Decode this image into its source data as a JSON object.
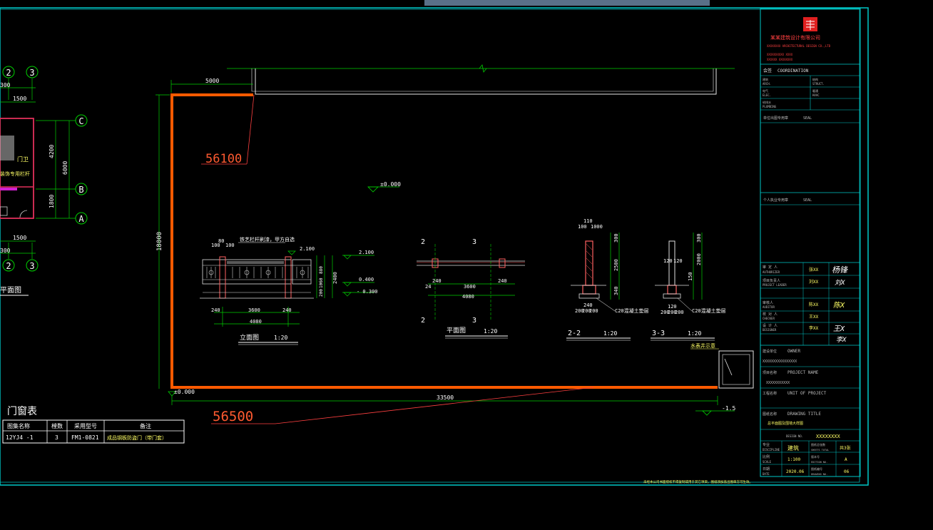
{
  "dims": {
    "d5000": "5000",
    "d56100": "56100",
    "d56500": "56500",
    "d33500": "33500",
    "d18000": "18000",
    "zero_mid": "±0.000",
    "zero_left": "±0.000",
    "minus15": "-1.5",
    "d4200": "4200",
    "d6000": "6000",
    "d1800": "1800",
    "d1500a": "1500",
    "d1500b": "1500",
    "d300a": "300",
    "d300b": "300"
  },
  "grid_bubbles": [
    "2",
    "3",
    "C",
    "B",
    "A",
    "2",
    "3"
  ],
  "left_labels": {
    "plan_title": "平面图",
    "room": "门卫",
    "note": "装饰专用栏杆"
  },
  "elev": {
    "title": "立面图",
    "scale": "1:20",
    "d80": "80",
    "d100a": "100",
    "d100b": "100",
    "note": "铁艺栏杆刷漆，甲方自选",
    "lv2100a": "2.100",
    "lv2100b": "2.100",
    "lv0400": "0.400",
    "lv0300": "- 0.300",
    "d2400": "2400",
    "v200": "200",
    "v1060": "1060",
    "v880": "880",
    "d240a": "240",
    "d3600": "3600",
    "d240b": "240",
    "d4080": "4080"
  },
  "plan": {
    "title": "平面图",
    "scale": "1:20",
    "n2a": "2",
    "n3a": "3",
    "n2b": "2",
    "n3b": "3",
    "d240a": "240",
    "d3600": "3600",
    "d240b": "240",
    "d4080": "4080",
    "d24": "24"
  },
  "sec22": {
    "title": "2-2",
    "scale": "1:20",
    "d110": "110",
    "d100": "100",
    "d1000": "1000",
    "d300": "300",
    "d2500": "2500",
    "d240": "240",
    "d200a": "200",
    "d200b": "200",
    "d200c": "200",
    "d340": "340",
    "c20": "C20混凝土垫层"
  },
  "sec33": {
    "title": "3-3",
    "scale": "1:20",
    "d120a": "120",
    "d120b": "120",
    "d300": "300",
    "d2000": "2000",
    "d150": "150",
    "d120c": "120",
    "d200a": "200",
    "d200b": "200",
    "d200c": "200",
    "c20": "C20混凝土垫层"
  },
  "small_label": "水表井示意",
  "door_table": {
    "title": "门窗表",
    "headers": [
      "图集名称",
      "樘数",
      "采用型号",
      "备注"
    ],
    "rows": [
      [
        "12YJ4 -1",
        "3",
        "FM1-0821",
        "成品钢板防盗门（带门套）"
      ]
    ]
  },
  "title_block": {
    "company": "某某建筑设计有限公司",
    "company_en": "XXXXXXXX ARCHITECTURAL DESIGN CO.,LTD",
    "cert_rows": [
      "XXXXXXXXXX  XXXX",
      "XXXXXX  XXXXXXXX"
    ],
    "coord_cn": "会签",
    "coord_en": "COORDINATION",
    "coord_cells": [
      "建筑",
      "结构",
      "电气",
      "暖通",
      "给排水"
    ],
    "coord_en_cells": [
      "ARCH.",
      "STRUCT.",
      "ELEC.",
      "HVAC",
      "PLUMBING"
    ],
    "seal1": "SEAL",
    "seal1_cn": "单位出图专用章",
    "seal2": "SEAL",
    "seal2_cn": "个人执业专用章",
    "roles": [
      {
        "cn": "审 定 人",
        "en": "AUTHORIZER",
        "name": "张XX",
        "sig": "杨锋"
      },
      {
        "cn": "项目负责人",
        "en": "PROJECT LEADER",
        "name": "刘XX",
        "sig": "刘X"
      },
      {
        "cn": "审核人",
        "en": "AUDITOR",
        "name": "陈XX",
        "sig": "陈X"
      },
      {
        "cn": "校 对 人",
        "en": "CHECKER",
        "name": "王XX",
        "sig": "王X"
      },
      {
        "cn": "设 计 人",
        "en": "DESIGNER",
        "name": "李XX",
        "sig": "李X"
      }
    ],
    "owner_cn": "建设单位",
    "owner_en": "OWNER",
    "owner_val": "XXXXXXXXXXXXXXXX",
    "project_cn": "项目名称",
    "project_en": "PROJECT NAME",
    "project_val": "XXXXXXXXXXX",
    "unit_cn": "工程名称",
    "unit_en": "UNIT OF PROJECT",
    "drawing_cn": "图纸名称",
    "drawing_en": "DRAWING TITLE",
    "drawing_val": "总平面图及围墙大样图",
    "design_no_label": "DESIGN NO.",
    "design_no": "XXXXXXXX",
    "discipline_label": "专业",
    "discipline_en": "DISCIPLINE",
    "discipline_val": "建筑",
    "scale_label": "比例",
    "scale_en": "SCALE",
    "scale_val": "1:100",
    "date_label": "日期",
    "date_en": "DATE",
    "date_val": "2020.06",
    "total_label": "图纸总张数",
    "total_en": "SHEETS TOTAL",
    "total_val": "共3张",
    "ver_label": "版本号",
    "ver_en": "EDITION NO.",
    "ver_val": "A",
    "dwg_no_label": "图纸编号",
    "dwg_no_en": "DRAWING NO.",
    "dwg_no_val": "06"
  },
  "footer_note": "未经本公司书面授权不得复制或用于其它项目，图纸须加盖出图章方可生效。"
}
